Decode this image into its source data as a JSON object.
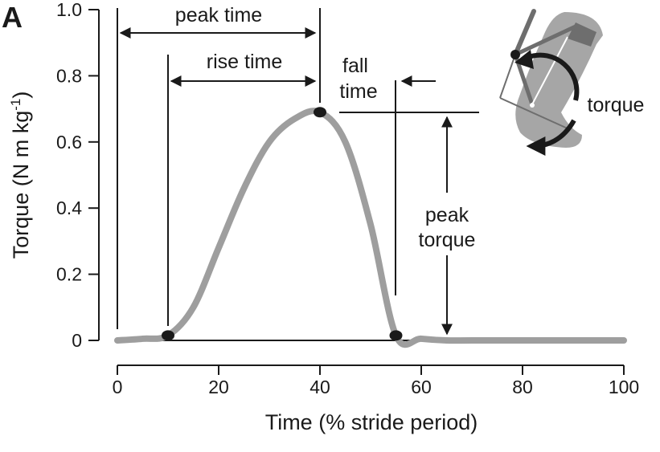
{
  "panel_label": "A",
  "chart_data": {
    "type": "line",
    "title": "",
    "xlabel": "Time (% stride period)",
    "ylabel_main": "Torque (N m kg",
    "ylabel_sup": "-1",
    "ylabel_close": ")",
    "xlim": [
      0,
      100
    ],
    "ylim": [
      0,
      1.0
    ],
    "xticks": [
      0,
      20,
      40,
      60,
      80,
      100
    ],
    "xtick_labels": [
      "0",
      "20",
      "40",
      "60",
      "80",
      "100"
    ],
    "yticks": [
      0,
      0.2,
      0.4,
      0.6,
      0.8,
      1.0
    ],
    "ytick_labels": [
      "0",
      "0.2",
      "0.4",
      "0.6",
      "0.8",
      "1.0"
    ],
    "grid": false,
    "series": [
      {
        "x": [
          0,
          5,
          10,
          15,
          20,
          25,
          30,
          35,
          40,
          45,
          50,
          55,
          60,
          65,
          70,
          80,
          90,
          100
        ],
        "y": [
          0.0,
          0.005,
          0.015,
          0.1,
          0.28,
          0.46,
          0.6,
          0.67,
          0.69,
          0.6,
          0.35,
          0.015,
          0.005,
          0.0,
          0.0,
          0.0,
          0.0,
          0.0
        ],
        "color": "#9e9e9e"
      }
    ],
    "markers": [
      {
        "x": 10,
        "y": 0.015
      },
      {
        "x": 40,
        "y": 0.69
      },
      {
        "x": 55,
        "y": 0.015
      }
    ],
    "annotations": {
      "peak_time": {
        "label": "peak time",
        "from_x": 0,
        "to_x": 40
      },
      "rise_time": {
        "label": "rise time",
        "from_x": 10,
        "to_x": 40
      },
      "fall_time": {
        "label_line1": "fall",
        "label_line2": "time",
        "from_x": 40,
        "to_x": 55
      },
      "peak_torque": {
        "label_line1": "peak",
        "label_line2": "torque",
        "value": 0.69
      }
    },
    "inset_label": "torque",
    "colors": {
      "curve": "#9e9e9e",
      "ink": "#1a1a1a",
      "inset_gray": "#a6a6a6",
      "inset_dark": "#6e6e6e"
    }
  }
}
